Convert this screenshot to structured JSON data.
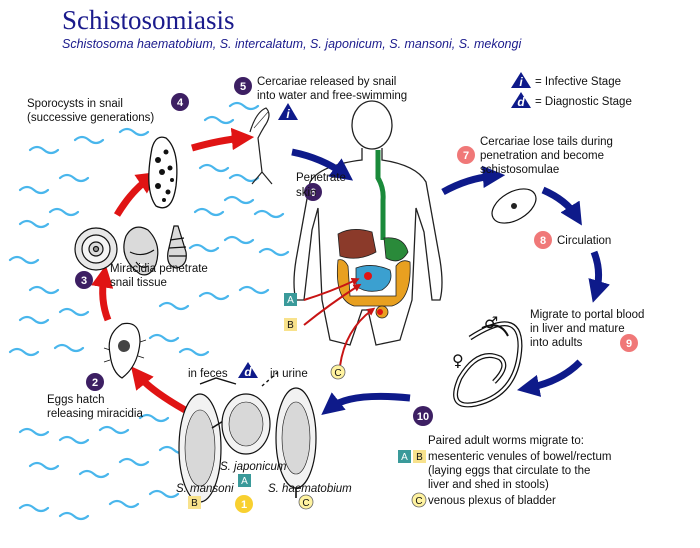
{
  "title": "Schistosomiasis",
  "subtitle": "Schistosoma haematobium, S. intercalatum, S. japonicum, S. mansoni, S. mekongi",
  "legend": {
    "infective_letter": "i",
    "infective_label": "= Infective Stage",
    "diagnostic_letter": "d",
    "diagnostic_label": "= Diagnostic Stage"
  },
  "steps": {
    "s1": {
      "num": "1"
    },
    "s2": {
      "num": "2",
      "line1": "Eggs hatch",
      "line2": "releasing miracidia"
    },
    "s3": {
      "num": "3",
      "line1": "Miracidia penetrate",
      "line2": "snail tissue"
    },
    "s4": {
      "num": "4",
      "line1": "Sporocysts in snail",
      "line2": "(successive generations)"
    },
    "s5": {
      "num": "5",
      "line1": "Cercariae released by snail",
      "line2": "into water and free-swimming"
    },
    "s6": {
      "num": "6",
      "line1": "Penetrate",
      "line2": "skin"
    },
    "s7": {
      "num": "7",
      "line1": "Cercariae lose tails during",
      "line2": "penetration and become",
      "line3": "schistosomulae"
    },
    "s8": {
      "num": "8",
      "line1": "Circulation"
    },
    "s9": {
      "num": "9",
      "line1": "Migrate to portal blood",
      "line2": "in liver and mature",
      "line3": "into adults"
    },
    "s10": {
      "num": "10",
      "line1": "Paired adult worms migrate to:",
      "line2": "mesenteric venules of bowel/rectum",
      "line3": "(laying eggs that circulate to the",
      "line4": "liver and shed in stools)",
      "line5": "venous plexus of bladder"
    }
  },
  "eggs": {
    "in_feces": "in feces",
    "in_urine": "in urine",
    "mansoni": "S. mansoni",
    "japonicum": "S. japonicum",
    "haematobium": "S. haematobium"
  },
  "letters": {
    "A": "A",
    "B": "B",
    "C": "C"
  },
  "colors": {
    "title": "#1a1a8c",
    "dark_step": "#3d1f63",
    "light_step": "#f07878",
    "red_arrow": "#e01414",
    "blue_arrow": "#0e1a8a",
    "water": "#49b6ec",
    "letter_teal": "#3a9a9a",
    "letter_yellow": "#f8e28c"
  }
}
